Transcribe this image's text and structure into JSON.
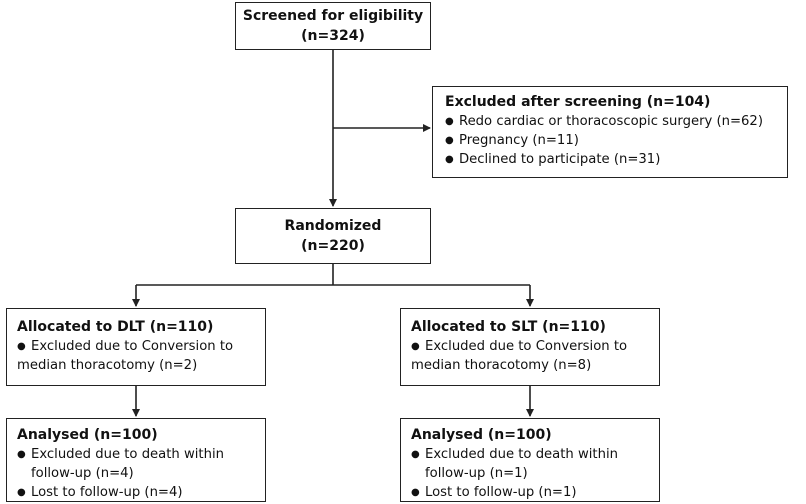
{
  "screened": {
    "title": "Screened for eligibility",
    "count": "(n=324)"
  },
  "excluded": {
    "title": "Excluded after screening (n=104)",
    "items": [
      "Redo cardiac or thoracoscopic surgery (n=62)",
      "Pregnancy (n=11)",
      "Declined to participate (n=31)"
    ]
  },
  "randomized": {
    "title": "Randomized",
    "count": "(n=220)"
  },
  "allocated_dlt": {
    "title": "Allocated to DLT (n=110)",
    "item_line1": "Excluded due to Conversion to",
    "item_line2": "median thoracotomy (n=2)"
  },
  "allocated_slt": {
    "title": "Allocated to SLT (n=110)",
    "item_line1": "Excluded due to Conversion to",
    "item_line2": "median thoracotomy (n=8)"
  },
  "analysed_dlt": {
    "title": "Analysed (n=100)",
    "item1_line1": "Excluded due to death within",
    "item1_line2": "follow-up (n=4)",
    "item2": "Lost to follow-up (n=4)"
  },
  "analysed_slt": {
    "title": "Analysed (n=100)",
    "item1_line1": "Excluded due to death within",
    "item1_line2": "follow-up (n=1)",
    "item2": "Lost to follow-up (n=1)"
  }
}
